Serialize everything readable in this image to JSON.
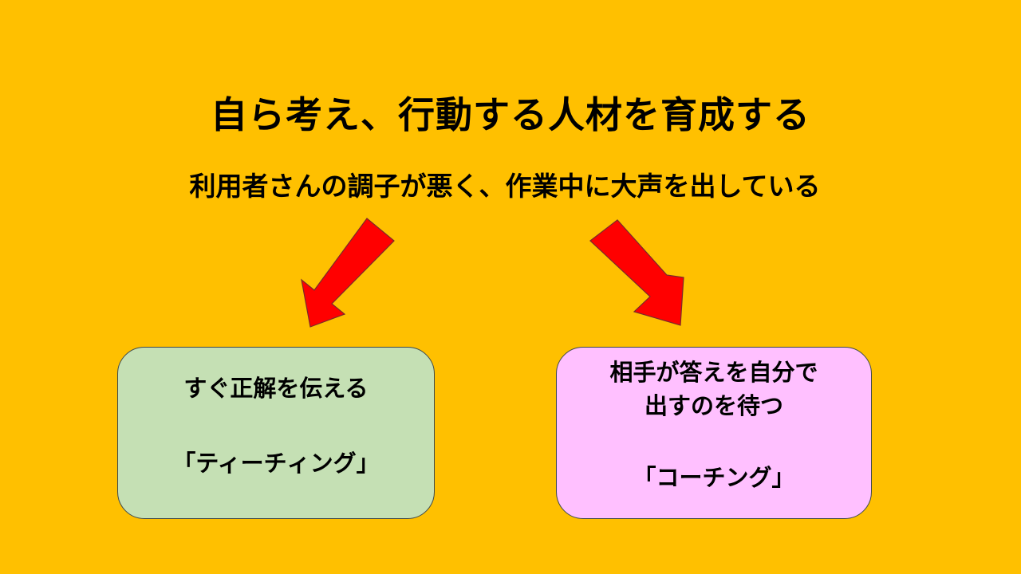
{
  "title": "自ら考え、行動する人材を育成する",
  "subtitle": "利用者さんの調子が悪く、作業中に大声を出している",
  "colors": {
    "background": "#FFC000",
    "arrow": "#FF0000",
    "left_box": "#C5E0B4",
    "right_box": "#FFC0FF"
  },
  "left_box": {
    "line1": "すぐ正解を伝える",
    "line2": "「ティーチィング」"
  },
  "right_box": {
    "line1": "相手が答えを自分で",
    "line2": "出すのを待つ",
    "line3": "「コーチング」"
  }
}
